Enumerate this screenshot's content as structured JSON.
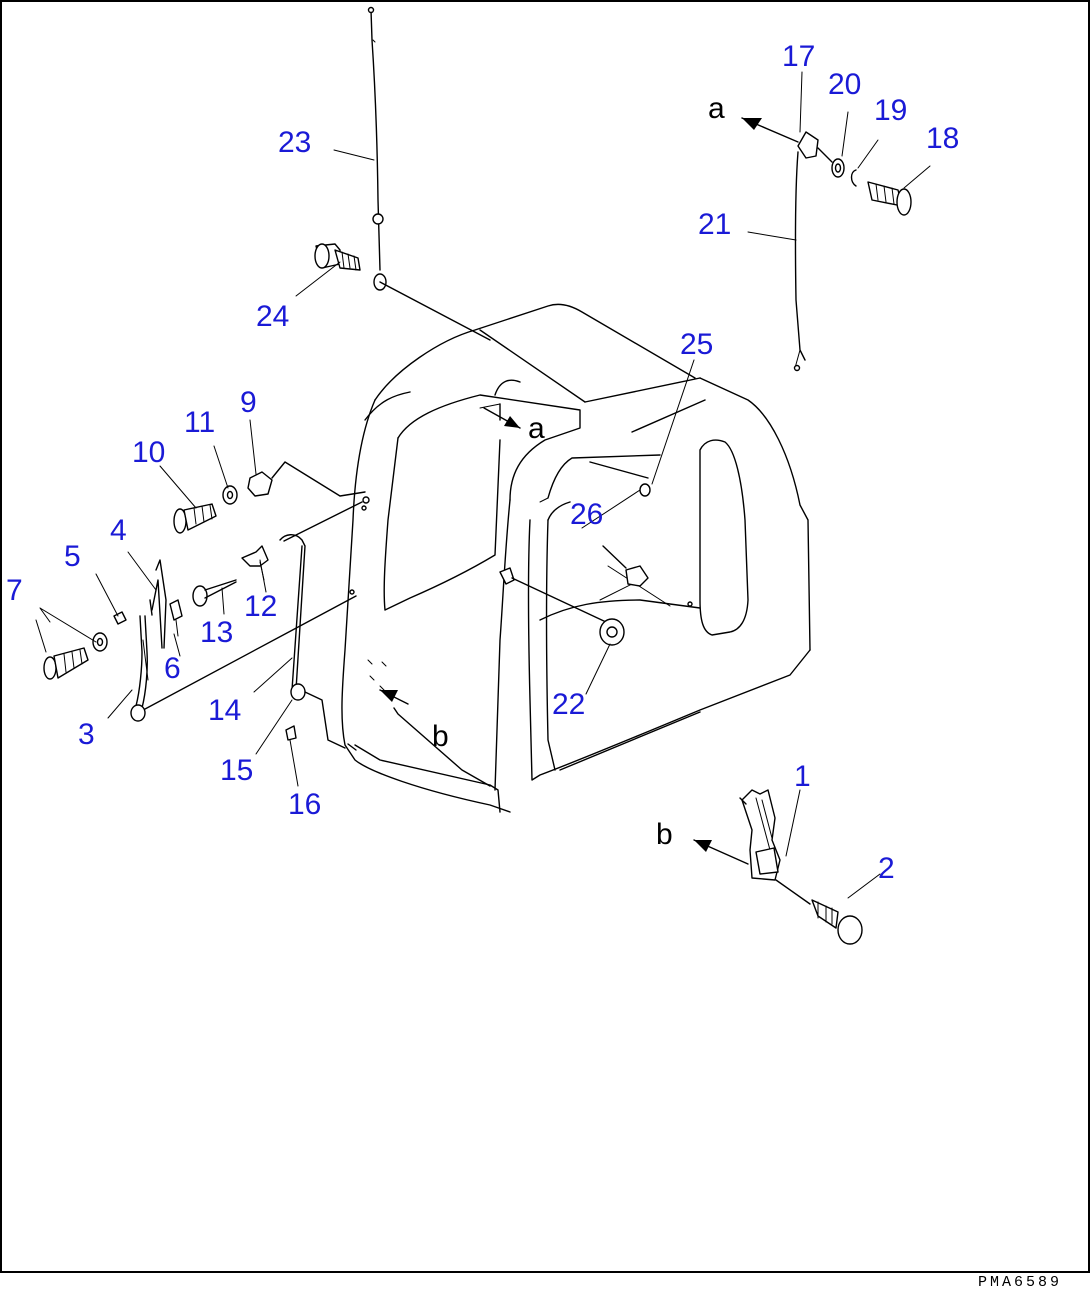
{
  "part_labels": {
    "p1": "1",
    "p2": "2",
    "p3": "3",
    "p4": "4",
    "p5": "5",
    "p6": "6",
    "p7": "7",
    "p9": "9",
    "p10": "10",
    "p11": "11",
    "p12": "12",
    "p13": "13",
    "p14": "14",
    "p15": "15",
    "p16": "16",
    "p17": "17",
    "p18": "18",
    "p19": "19",
    "p20": "20",
    "p21": "21",
    "p22": "22",
    "p23": "23",
    "p24": "24",
    "p25": "25",
    "p26": "26"
  },
  "view_labels": {
    "a_top": "a",
    "a_cab": "a",
    "b_cab": "b",
    "b_bottom": "b"
  },
  "drawing_code": "PMA6589",
  "colors": {
    "label": "#1a1ad6",
    "line": "#000000",
    "background": "#ffffff"
  }
}
